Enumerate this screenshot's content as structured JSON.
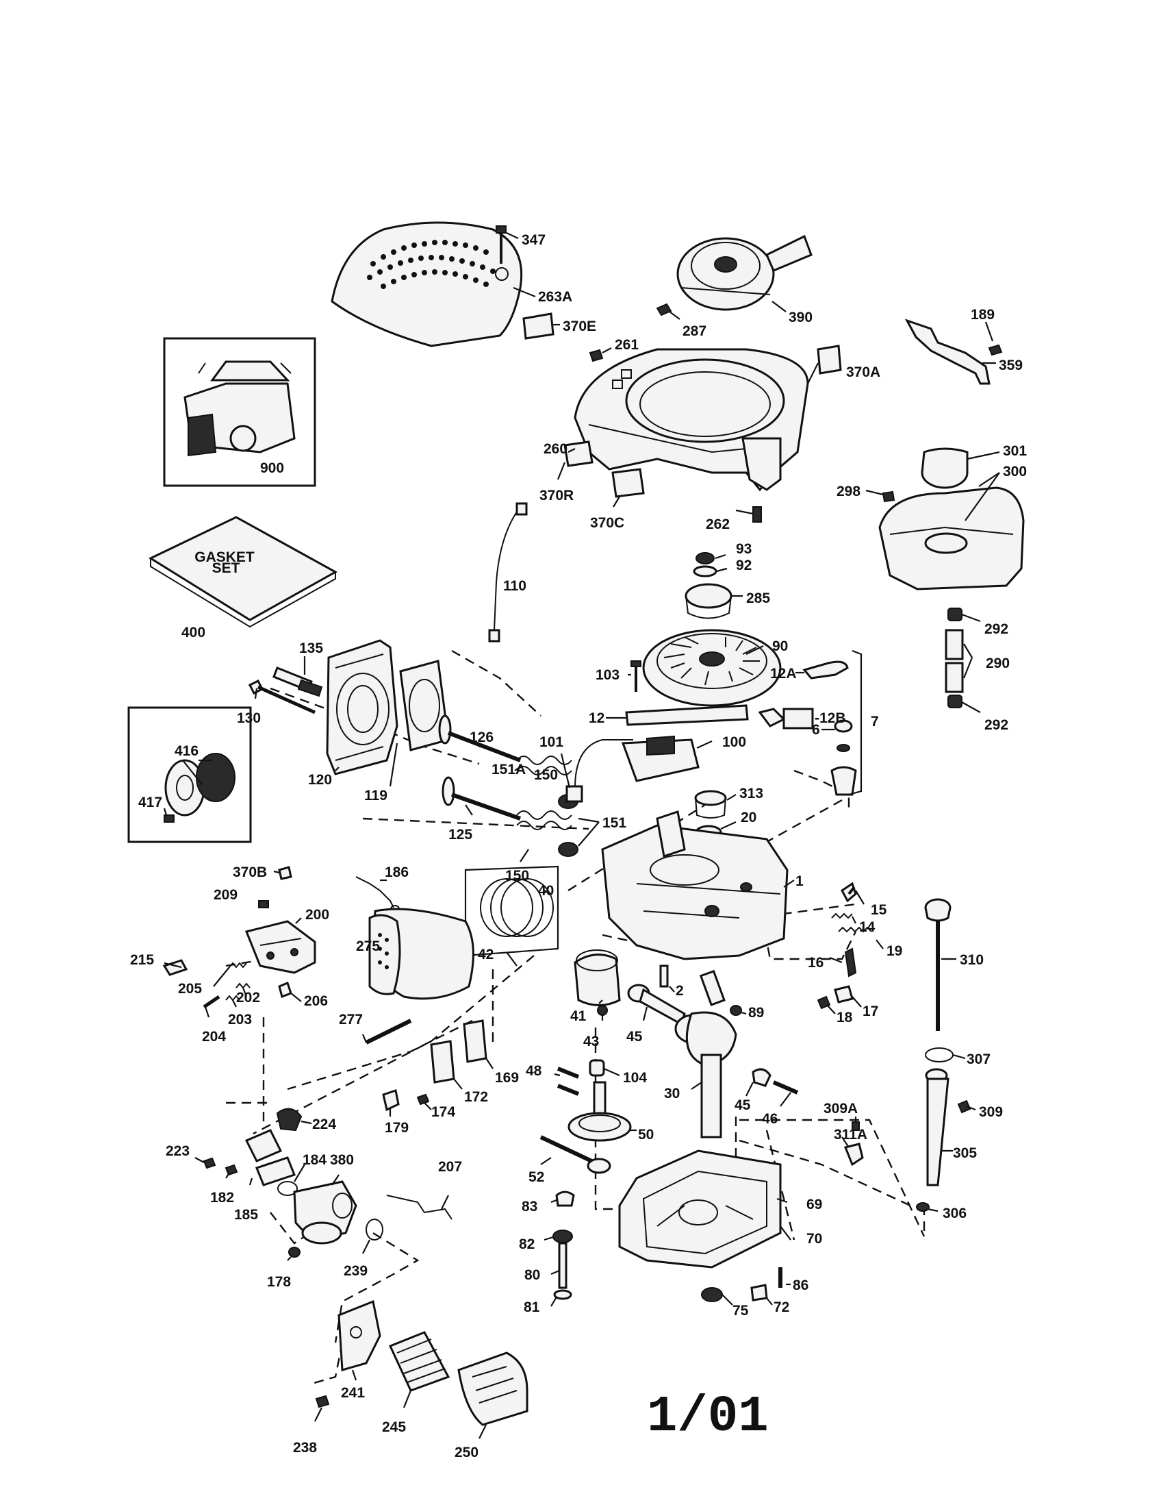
{
  "page_code": "1/01",
  "inset_labels": {
    "gasket_line1": "GASKET",
    "gasket_line2": "SET"
  },
  "callouts": {
    "c347": "347",
    "c263A": "263A",
    "c370E": "370E",
    "c390": "390",
    "c287": "287",
    "c189": "189",
    "c359": "359",
    "c261": "261",
    "c370A": "370A",
    "c260": "260",
    "c370R": "370R",
    "c370C": "370C",
    "c262": "262",
    "c301": "301",
    "c300": "300",
    "c298": "298",
    "c900": "900",
    "c400": "400",
    "c110": "110",
    "c93": "93",
    "c92": "92",
    "c285": "285",
    "c90": "90",
    "c292a": "292",
    "c290": "290",
    "c292b": "292",
    "c135": "135",
    "c103": "103",
    "c12A": "12A",
    "c12": "12",
    "c12B": "-12B",
    "c6": "6",
    "c7": "7",
    "c130": "130",
    "c416": "416",
    "c417": "417",
    "c126": "126",
    "c101": "101",
    "c100": "100",
    "c151A": "151A",
    "c150a": "150",
    "c120": "120",
    "c119": "119",
    "c313": "313",
    "c20": "20",
    "c151": "151",
    "c125": "125",
    "c150b": "150",
    "c1": "1",
    "c370B": "370B",
    "c186": "186",
    "c40": "40",
    "c209": "209",
    "c200": "200",
    "c15": "15",
    "c14": "14",
    "c19": "19",
    "c275": "275",
    "c42": "42",
    "c310": "310",
    "c215": "215",
    "c205": "205",
    "c202": "202",
    "c206": "206",
    "c16": "16",
    "c2": "2",
    "c17": "17",
    "c18": "18",
    "c204": "204",
    "c203": "203",
    "c89": "89",
    "c41": "41",
    "c277": "277",
    "c43": "43",
    "c45a": "45",
    "c307": "307",
    "c48": "48",
    "c104": "104",
    "c169": "169",
    "c172": "172",
    "c30": "30",
    "c45b": "45",
    "c46": "46",
    "c309A": "309A",
    "c309": "309",
    "c179": "179",
    "c174": "174",
    "c224": "224",
    "c50": "50",
    "c311A": "311A",
    "c305": "305",
    "c223": "223",
    "c184": "184",
    "c380": "380",
    "c207": "207",
    "c52": "52",
    "c182": "182",
    "c185": "185",
    "c69": "69",
    "c83": "83",
    "c306": "306",
    "c70": "70",
    "c82": "82",
    "c178": "178",
    "c239": "239",
    "c80": "80",
    "c86": "86",
    "c81": "81",
    "c72": "72",
    "c75": "75",
    "c241": "241",
    "c245": "245",
    "c238": "238",
    "c250": "250"
  }
}
